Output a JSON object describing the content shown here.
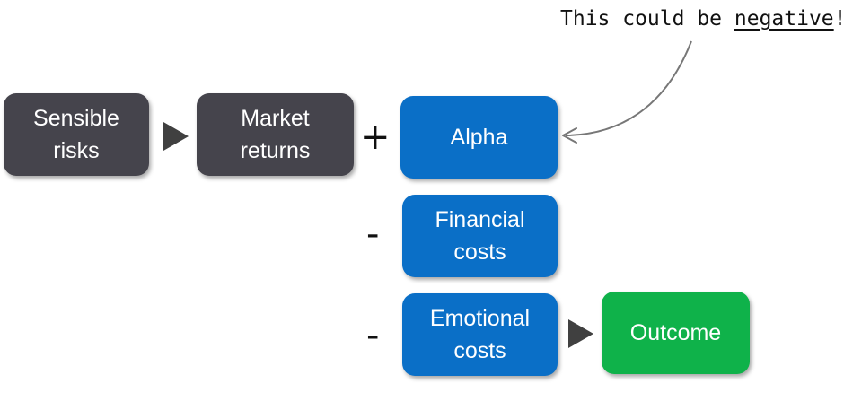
{
  "annotation": {
    "prefix": "This could be ",
    "emphasis": "negative",
    "suffix": "!"
  },
  "boxes": {
    "sensible_risks": "Sensible\nrisks",
    "market_returns": "Market\nreturns",
    "alpha": "Alpha",
    "financial_costs": "Financial\ncosts",
    "emotional_costs": "Emotional\ncosts",
    "outcome": "Outcome"
  },
  "operators": {
    "plus": "+",
    "minus_financial": "-",
    "minus_emotional": "-"
  },
  "colors": {
    "dark_box": "#45444c",
    "blue_box": "#0a6fc7",
    "green_box": "#0fb24a",
    "arrow": "#404040"
  }
}
